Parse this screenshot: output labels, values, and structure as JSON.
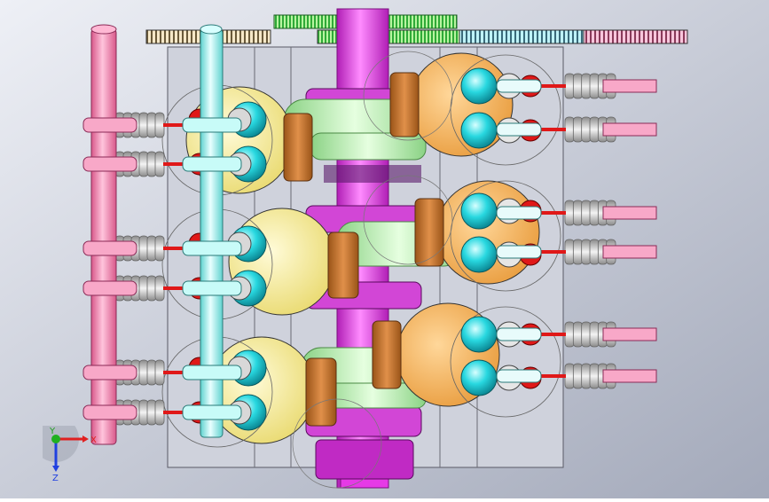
{
  "view": {
    "background_top": "#e8ebf2",
    "background_bottom": "#a7adbd",
    "colors": {
      "block": "#c9ccd6",
      "camshaft_left": "#f59ab8",
      "camshaft_center": "#a8f2ee",
      "crankshaft": "#e637e6",
      "piston_yellow": "#f5ec9a",
      "piston_orange": "#f2b65a",
      "bronze": "#c8742c",
      "valve": "#27d8df",
      "spring": "#c6c6c6",
      "red": "#e01818",
      "rod_green": "#bff0b8",
      "gear_green": "#3cc84a"
    }
  },
  "triad": {
    "x_label": "X",
    "y_label": "Y",
    "z_label": "Z"
  }
}
